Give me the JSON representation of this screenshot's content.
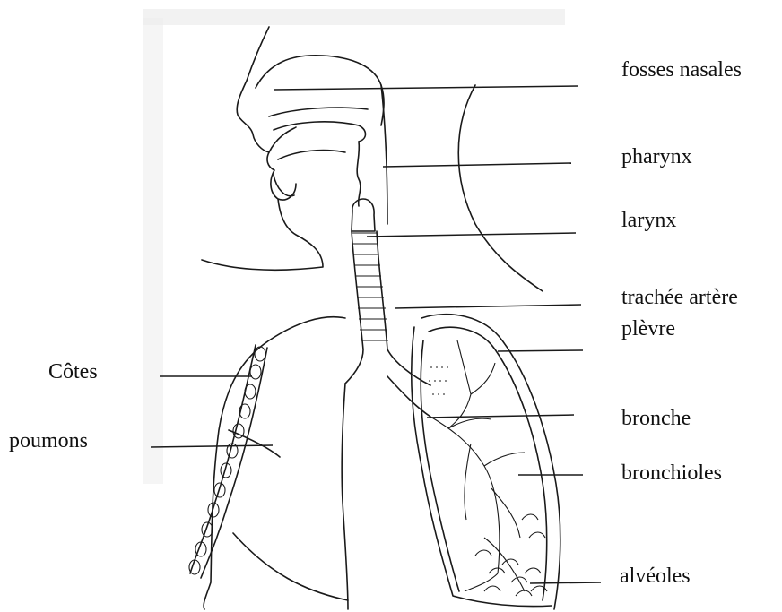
{
  "labels": {
    "fosses_nasales": "fosses nasales",
    "pharynx": "pharynx",
    "larynx": "larynx",
    "trachee_artere": "trachée artère",
    "plevre": "plèvre",
    "cotes": "Côtes",
    "bronche": "bronche",
    "poumons": "poumons",
    "bronchioles": "bronchioles",
    "alveoles": "alvéoles"
  }
}
